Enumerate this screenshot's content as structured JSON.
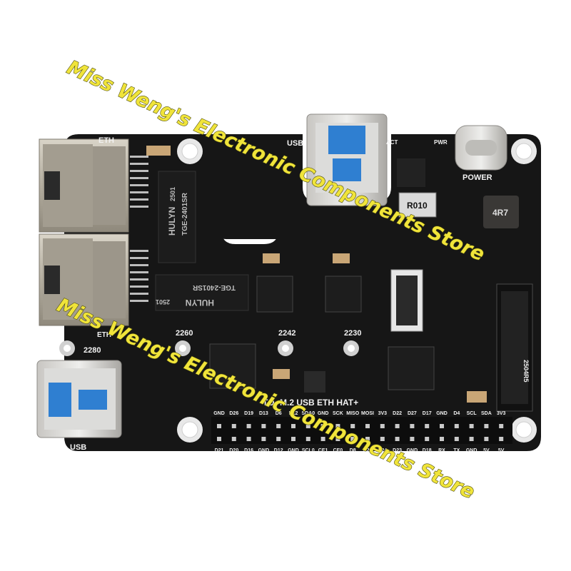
{
  "board": {
    "title": "M.2 USB ETH HAT+",
    "title_prefix": "TO",
    "labels": {
      "eth_top": "ETH",
      "eth_bottom": "ETH",
      "usb_top": "USB",
      "usb_bottom": "USB",
      "power": "POWER",
      "act": "ACT",
      "pwr": "PWR",
      "m2_2280": "2280",
      "m2_2260": "2260",
      "m2_2242": "2242",
      "m2_2230": "2230",
      "m2_slot": "2504R5"
    },
    "chips": {
      "magnetics_top_brand": "HULYN",
      "magnetics_top_code": "2501",
      "magnetics_top_part": "TGE-2401SR",
      "magnetics_mid_brand": "HULYN",
      "magnetics_mid_code": "2501",
      "magnetics_mid_part": "TGE-2401SR",
      "sense_resistor": "R010",
      "inductor": "4R7"
    },
    "gpio_top": [
      "GND",
      "D26",
      "D19",
      "D13",
      "D6",
      "D12",
      "SDA0",
      "GND",
      "SCK",
      "MISO",
      "MOSI",
      "3V3",
      "D22",
      "D27",
      "D17",
      "GND",
      "D4",
      "SCL",
      "SDA",
      "3V3"
    ],
    "gpio_bottom": [
      "D21",
      "D20",
      "D16",
      "GND",
      "D12",
      "GND",
      "SCL0",
      "CE1",
      "CE0",
      "D8",
      "D25",
      "D24",
      "D23",
      "GND",
      "D18",
      "RX",
      "TX",
      "GND",
      "5V",
      "5V"
    ]
  },
  "watermark": {
    "text": "Miss Weng's Electronic Components Store"
  },
  "colors": {
    "pcb": "#161616",
    "silk": "#f2f2f2",
    "rj45_metal": "#b8b2a6",
    "usb_blue": "#2f7fd1",
    "watermark": "#f0e43a"
  }
}
